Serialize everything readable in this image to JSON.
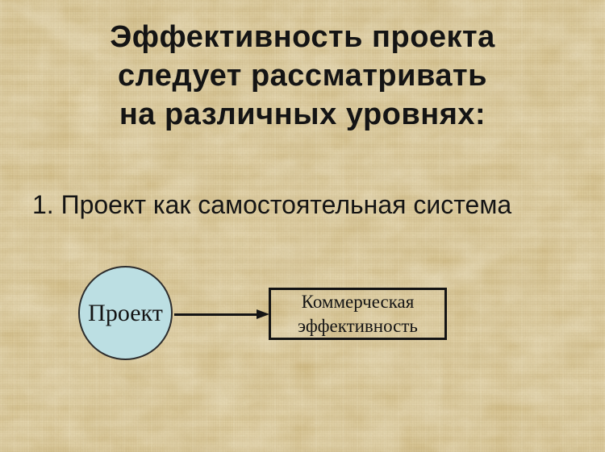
{
  "slide": {
    "title": {
      "lines": [
        "Эффективность проекта",
        "следует рассматривать",
        "на различных уровнях:"
      ]
    },
    "body_item": "1. Проект как самостоятельная система",
    "diagram": {
      "circle_label": "Проект",
      "box_label_lines": [
        "Коммерческая",
        "эффективность"
      ]
    },
    "colors": {
      "background": "#dcc997",
      "circle_fill": "#bcdfe3",
      "circle_border": "#2d2d2d",
      "box_border": "#141414",
      "arrow": "#141414",
      "text": "#141414"
    }
  }
}
